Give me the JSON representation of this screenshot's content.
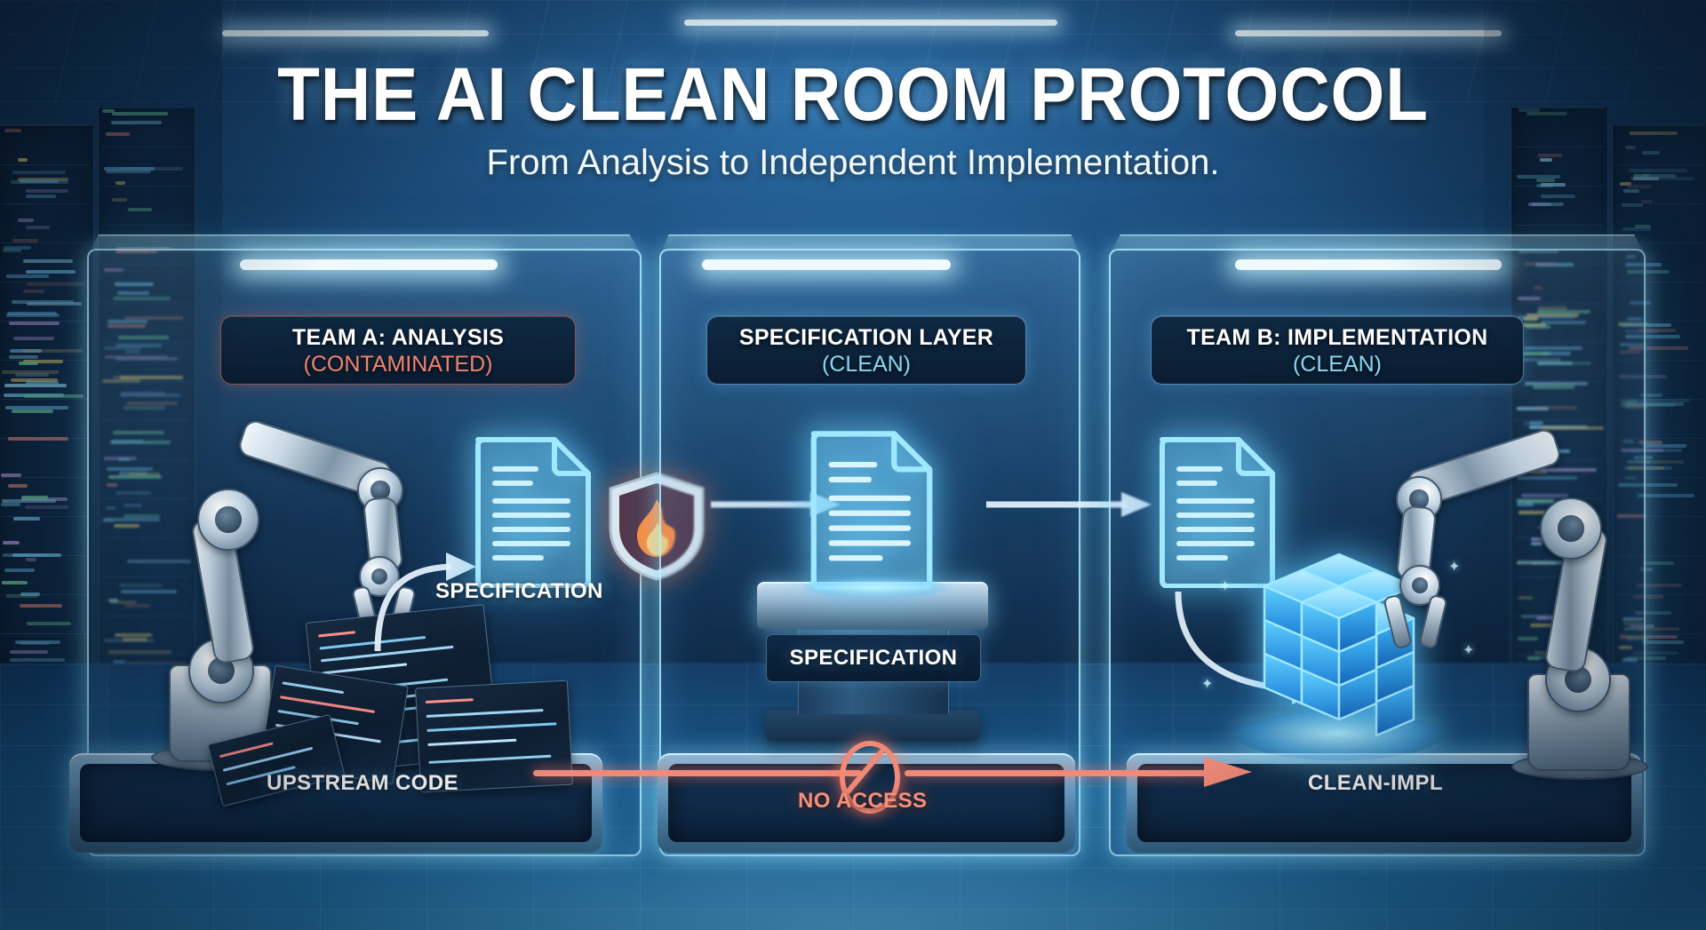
{
  "header": {
    "title": "THE AI CLEAN ROOM PROTOCOL",
    "subtitle": "From Analysis to Independent Implementation."
  },
  "sections": [
    {
      "id": "team-a",
      "label_line1": "TEAM A: ANALYSIS",
      "label_line2": "(CONTAMINATED)",
      "state": "contaminated",
      "state_color": "#f0836f",
      "artifacts": [
        {
          "name": "upstream-code",
          "caption": "UPSTREAM CODE"
        },
        {
          "name": "specification-doc",
          "caption": "SPECIFICATION"
        }
      ]
    },
    {
      "id": "spec-layer",
      "label_line1": "SPECIFICATION LAYER",
      "label_line2": "(CLEAN)",
      "state": "clean",
      "state_color": "#8ad8f2",
      "artifacts": [
        {
          "name": "pedestal-spec",
          "caption": "SPECIFICATION"
        }
      ]
    },
    {
      "id": "team-b",
      "label_line1": "TEAM B: IMPLEMENTATION",
      "label_line2": "(CLEAN)",
      "state": "clean",
      "state_color": "#8ad8f2",
      "artifacts": [
        {
          "name": "clean-impl-cube",
          "caption": "CLEAN-IMPL"
        }
      ]
    }
  ],
  "barrier": {
    "label": "NO ACCESS",
    "color": "#f08a78",
    "icon": "no-entry-icon"
  },
  "firewall": {
    "icon": "firewall-shield-icon",
    "flame_color": "#ff8a3d"
  },
  "icons": {
    "document": "document-icon",
    "robot_arm_left": "robot-arm-icon",
    "robot_arm_right": "robot-arm-icon",
    "cube": "holo-cube-icon",
    "flow_arrow": "arrow-right-icon"
  },
  "palette": {
    "accent_cyan": "#7fd8ff",
    "glass_edge": "#bdf0ff",
    "danger": "#f0836f",
    "bg_deep": "#0d2744"
  }
}
